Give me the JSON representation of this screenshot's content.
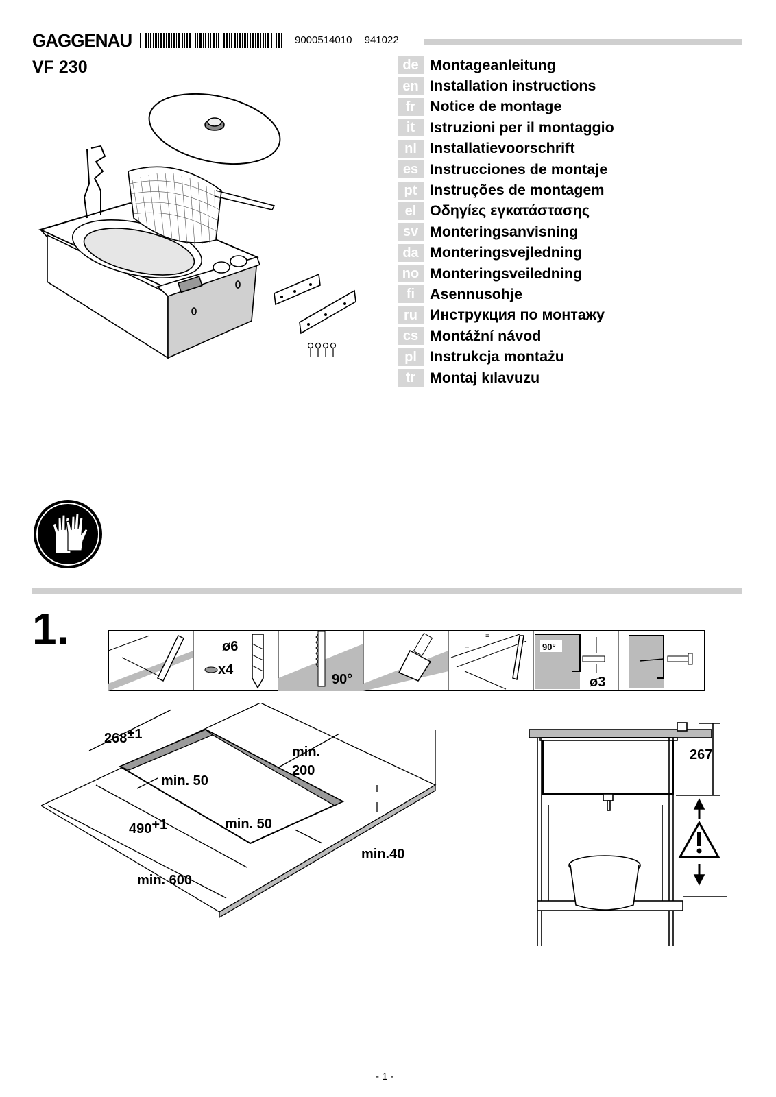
{
  "header": {
    "brand": "GAGGENAU",
    "code1": "9000514010",
    "code2": "941022",
    "model": "VF 230"
  },
  "languages": [
    {
      "code": "de",
      "title": "Montageanleitung"
    },
    {
      "code": "en",
      "title": "Installation instructions"
    },
    {
      "code": "fr",
      "title": "Notice de montage"
    },
    {
      "code": "it",
      "title": "Istruzioni per il montaggio"
    },
    {
      "code": "nl",
      "title": "Installatievoorschrift"
    },
    {
      "code": "es",
      "title": "Instrucciones de montaje"
    },
    {
      "code": "pt",
      "title": "Instruções de montagem"
    },
    {
      "code": "el",
      "title": "Οδηγίες εγκατάστασης"
    },
    {
      "code": "sv",
      "title": "Monteringsanvisning"
    },
    {
      "code": "da",
      "title": "Monteringsvejledning"
    },
    {
      "code": "no",
      "title": "Monteringsveiledning"
    },
    {
      "code": "fi",
      "title": "Asennusohje"
    },
    {
      "code": "ru",
      "title": "Инструкция по монтажу"
    },
    {
      "code": "cs",
      "title": "Montážní návod"
    },
    {
      "code": "pl",
      "title": "Instrukcja montażu"
    },
    {
      "code": "tr",
      "title": "Montaj kılavuzu"
    }
  ],
  "icons": {
    "safety": "gloves-icon",
    "warning": "warning-icon"
  },
  "step": {
    "number": "1."
  },
  "tools": {
    "drill_dia": "ø6",
    "drill_count": "x4",
    "saw_angle": "90°",
    "bracket_angle": "90°",
    "screw_hole": "ø3"
  },
  "dimensions": {
    "depth": "268",
    "depth_tol": "±1",
    "width": "490",
    "width_tol": "+1",
    "back_margin_1": "min.",
    "back_margin_2": "200",
    "side_margin": "min. 50",
    "front_margin": "min. 50",
    "counter_depth": "min. 600",
    "thickness": "min.40",
    "height": "267"
  },
  "footer": {
    "page": "- 1 -"
  }
}
